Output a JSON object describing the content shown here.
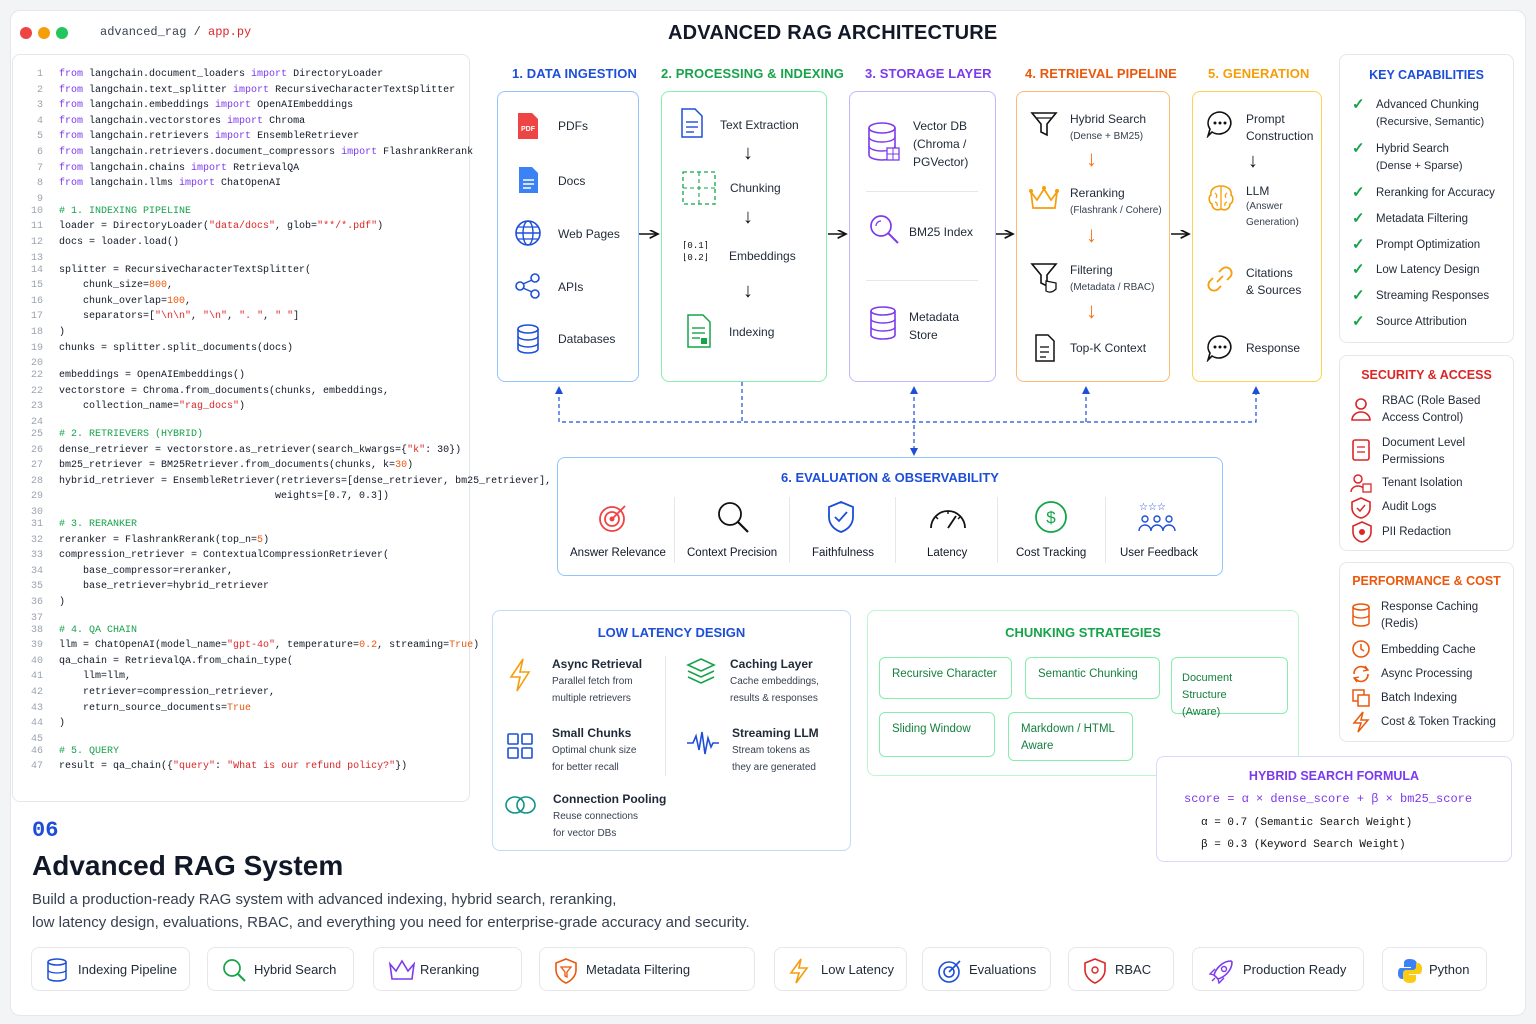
{
  "window": {
    "folder": "advanced_rag",
    "separator": "/",
    "file": "app.py"
  },
  "title": "ADVANCED RAG ARCHITECTURE",
  "code": [
    {
      "n": "1",
      "t": "from langchain.document_loaders import DirectoryLoader"
    },
    {
      "n": "2",
      "t": "from langchain.text_splitter import RecursiveCharacterTextSplitter"
    },
    {
      "n": "3",
      "t": "from langchain.embeddings import OpenAIEmbeddings"
    },
    {
      "n": "4",
      "t": "from langchain.vectorstores import Chroma"
    },
    {
      "n": "5",
      "t": "from langchain.retrievers import EnsembleRetriever"
    },
    {
      "n": "6",
      "t": "from langchain.retrievers.document_compressors import FlashrankRerank"
    },
    {
      "n": "7",
      "t": "from langchain.chains import RetrievalQA"
    },
    {
      "n": "8",
      "t": "from langchain.llms import ChatOpenAI"
    },
    {
      "n": "9",
      "t": ""
    },
    {
      "n": "10",
      "t": "# 1. INDEXING PIPELINE"
    },
    {
      "n": "11",
      "t": "loader = DirectoryLoader(\"data/docs\", glob=\"**/*.pdf\")"
    },
    {
      "n": "12",
      "t": "docs = loader.load()"
    },
    {
      "n": "13",
      "t": ""
    },
    {
      "n": "14",
      "t": "splitter = RecursiveCharacterTextSplitter("
    },
    {
      "n": "15",
      "t": "    chunk_size=800,"
    },
    {
      "n": "16",
      "t": "    chunk_overlap=100,"
    },
    {
      "n": "17",
      "t": "    separators=[\"\\n\\n\", \"\\n\", \". \", \" \"]"
    },
    {
      "n": "18",
      "t": ")"
    },
    {
      "n": "19",
      "t": "chunks = splitter.split_documents(docs)"
    },
    {
      "n": "20",
      "t": ""
    },
    {
      "n": "22",
      "t": "embeddings = OpenAIEmbeddings()"
    },
    {
      "n": "22",
      "t": "vectorstore = Chroma.from_documents(chunks, embeddings,"
    },
    {
      "n": "23",
      "t": "    collection_name=\"rag_docs\")"
    },
    {
      "n": "24",
      "t": ""
    },
    {
      "n": "25",
      "t": "# 2. RETRIEVERS (HYBRID)"
    },
    {
      "n": "26",
      "t": "dense_retriever = vectorstore.as_retriever(search_kwargs={\"k\": 30})"
    },
    {
      "n": "27",
      "t": "bm25_retriever = BM25Retriever.from_documents(chunks, k=30)"
    },
    {
      "n": "28",
      "t": "hybrid_retriever = EnsembleRetriever(retrievers=[dense_retriever, bm25_retriever],"
    },
    {
      "n": "29",
      "t": "                                    weights=[0.7, 0.3])"
    },
    {
      "n": "30",
      "t": ""
    },
    {
      "n": "31",
      "t": "# 3. RERANKER"
    },
    {
      "n": "32",
      "t": "reranker = FlashrankRerank(top_n=5)"
    },
    {
      "n": "33",
      "t": "compression_retriever = ContextualCompressionRetriever("
    },
    {
      "n": "34",
      "t": "    base_compressor=reranker,"
    },
    {
      "n": "35",
      "t": "    base_retriever=hybrid_retriever"
    },
    {
      "n": "36",
      "t": ")"
    },
    {
      "n": "37",
      "t": ""
    },
    {
      "n": "38",
      "t": "# 4. QA CHAIN"
    },
    {
      "n": "39",
      "t": "llm = ChatOpenAI(model_name=\"gpt-4o\", temperature=0.2, streaming=True)"
    },
    {
      "n": "40",
      "t": "qa_chain = RetrievalQA.from_chain_type("
    },
    {
      "n": "41",
      "t": "    llm=llm,"
    },
    {
      "n": "42",
      "t": "    retriever=compression_retriever,"
    },
    {
      "n": "43",
      "t": "    return_source_documents=True"
    },
    {
      "n": "44",
      "t": ")"
    },
    {
      "n": "45",
      "t": ""
    },
    {
      "n": "46",
      "t": "# 5. QUERY"
    },
    {
      "n": "47",
      "t": "result = qa_chain({\"query\": \"What is our refund policy?\"})"
    }
  ],
  "stages": {
    "ingestion": {
      "title": "1. DATA INGESTION",
      "items": [
        "PDFs",
        "Docs",
        "Web Pages",
        "APIs",
        "Databases"
      ]
    },
    "processing": {
      "title": "2. PROCESSING & INDEXING",
      "items": [
        "Text Extraction",
        "Chunking",
        "Embeddings",
        "Indexing"
      ]
    },
    "storage": {
      "title": "3. STORAGE LAYER",
      "vector_l1": "Vector DB",
      "vector_l2": "(Chroma /",
      "vector_l3": "PGVector)",
      "bm25": "BM25 Index",
      "meta_l1": "Metadata",
      "meta_l2": "Store"
    },
    "retrieval": {
      "title": "4. RETRIEVAL PIPELINE",
      "hybrid": "Hybrid Search",
      "hybrid_sub": "(Dense + BM25)",
      "rerank": "Reranking",
      "rerank_sub": "(Flashrank / Cohere)",
      "filter": "Filtering",
      "filter_sub": "(Metadata / RBAC)",
      "topk": "Top-K Context"
    },
    "generation": {
      "title": "5. GENERATION",
      "prompt_l1": "Prompt",
      "prompt_l2": "Construction",
      "llm": "LLM",
      "llm_sub1": "(Answer",
      "llm_sub2": "Generation)",
      "cite_l1": "Citations",
      "cite_l2": "& Sources",
      "response": "Response"
    }
  },
  "evaluation": {
    "title": "6. EVALUATION & OBSERVABILITY",
    "items": [
      "Answer Relevance",
      "Context Precision",
      "Faithfulness",
      "Latency",
      "Cost Tracking",
      "User Feedback"
    ]
  },
  "low_latency": {
    "title": "LOW LATENCY DESIGN",
    "items": [
      {
        "name": "Async Retrieval",
        "d1": "Parallel fetch from",
        "d2": "multiple retrievers"
      },
      {
        "name": "Caching Layer",
        "d1": "Cache embeddings,",
        "d2": "results & responses"
      },
      {
        "name": "Small Chunks",
        "d1": "Optimal chunk size",
        "d2": "for better recall"
      },
      {
        "name": "Streaming LLM",
        "d1": "Stream tokens as",
        "d2": "they are generated"
      },
      {
        "name": "Connection Pooling",
        "d1": "Reuse connections",
        "d2": "for vector DBs"
      }
    ]
  },
  "chunking": {
    "title": "CHUNKING STRATEGIES",
    "recursive": "Recursive Character",
    "semantic": "Semantic Chunking",
    "docstruct_l1": "Document Structure",
    "docstruct_l2": "(Aware)",
    "sliding": "Sliding Window",
    "markdown_l1": "Markdown / HTML",
    "markdown_l2": "Aware"
  },
  "formula": {
    "title": "HYBRID SEARCH FORMULA",
    "expr": "score = α × dense_score + β × bm25_score",
    "alpha": "α  = 0.7 (Semantic Search Weight)",
    "beta": "β  = 0.3 (Keyword Search Weight)"
  },
  "capabilities": {
    "title": "KEY CAPABILITIES",
    "items": [
      {
        "l1": "Advanced Chunking",
        "l2": "(Recursive, Semantic)"
      },
      {
        "l1": "Hybrid Search",
        "l2": "(Dense + Sparse)"
      },
      {
        "l1": "Reranking for Accuracy",
        "l2": ""
      },
      {
        "l1": "Metadata Filtering",
        "l2": ""
      },
      {
        "l1": "Prompt Optimization",
        "l2": ""
      },
      {
        "l1": "Low Latency Design",
        "l2": ""
      },
      {
        "l1": "Streaming Responses",
        "l2": ""
      },
      {
        "l1": "Source Attribution",
        "l2": ""
      }
    ]
  },
  "security": {
    "title": "SECURITY & ACCESS",
    "items": [
      {
        "l1": "RBAC (Role Based",
        "l2": "Access Control)"
      },
      {
        "l1": "Document Level",
        "l2": "Permissions"
      },
      {
        "l1": "Tenant Isolation",
        "l2": ""
      },
      {
        "l1": "Audit Logs",
        "l2": ""
      },
      {
        "l1": "PII Redaction",
        "l2": ""
      }
    ]
  },
  "performance": {
    "title": "PERFORMANCE & COST",
    "items": [
      {
        "l1": "Response Caching",
        "l2": "(Redis)"
      },
      {
        "l1": "Embedding Cache",
        "l2": ""
      },
      {
        "l1": "Async Processing",
        "l2": ""
      },
      {
        "l1": "Batch Indexing",
        "l2": ""
      },
      {
        "l1": "Cost & Token Tracking",
        "l2": ""
      }
    ]
  },
  "hero": {
    "number": "06",
    "heading": "Advanced RAG System",
    "desc1": "Build a production-ready RAG system with advanced indexing, hybrid search, reranking,",
    "desc2": "low latency design, evaluations, RBAC, and everything you need for enterprise-grade accuracy and security."
  },
  "tags": [
    "Indexing Pipeline",
    "Hybrid Search",
    "Reranking",
    "Metadata Filtering",
    "Low Latency",
    "Evaluations",
    "RBAC",
    "Production Ready",
    "Python"
  ],
  "colors": {
    "ingestion": "#1d4ed8",
    "processing": "#16a34a",
    "storage": "#7c3aed",
    "retrieval": "#ea580c",
    "generation": "#f59e0b",
    "evaluation": "#1d4ed8",
    "security": "#dc2626",
    "performance": "#ea580c"
  }
}
